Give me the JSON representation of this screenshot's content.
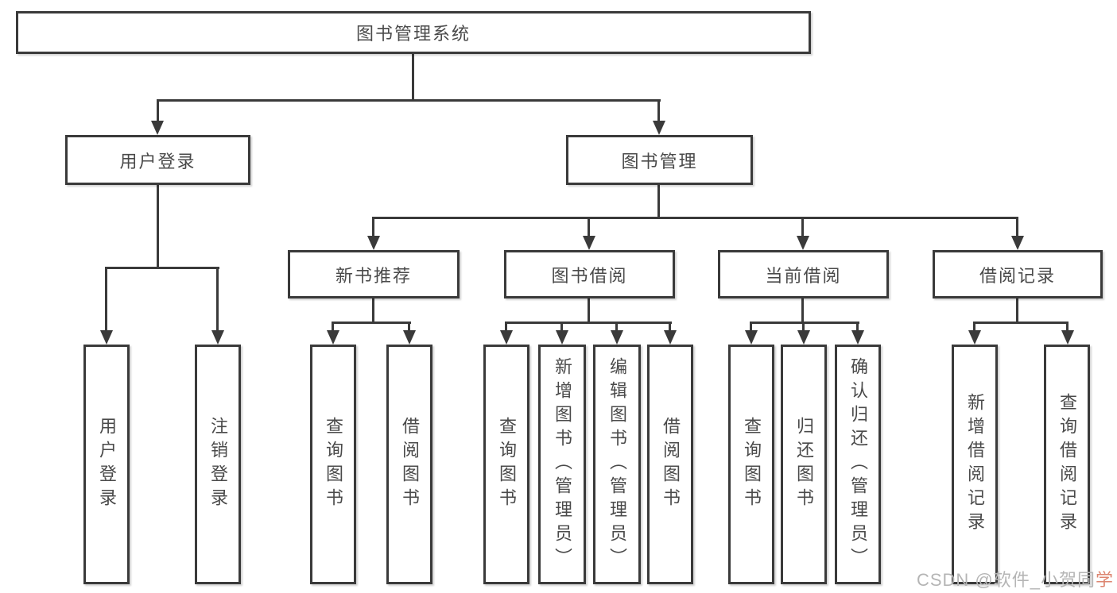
{
  "diagram": {
    "root": "图书管理系统",
    "user_login": "用户登录",
    "book_mgmt": "图书管理",
    "sections": {
      "new_book": "新书推荐",
      "borrow": "图书借阅",
      "current": "当前借阅",
      "records": "借阅记录"
    },
    "leaves": {
      "user_login": [
        "用户登录",
        "注销登录"
      ],
      "new_book": [
        "查询图书",
        "借阅图书"
      ],
      "borrow": [
        "查询图书",
        "新增图书（管理员）",
        "编辑图书（管理员）",
        "借阅图书"
      ],
      "current": [
        "查询图书",
        "归还图书",
        "确认归还（管理员）"
      ],
      "records": [
        "新增借阅记录",
        "查询借阅记录"
      ]
    }
  },
  "watermark": {
    "prefix": "CSDN @软件_小贺同",
    "suffix": "学"
  },
  "colors": {
    "line": "#3a3a3a",
    "text": "#4a4a4a",
    "background": "#ffffff",
    "watermark_gray": "#b5b5b5",
    "watermark_accent": "#dd8570"
  }
}
